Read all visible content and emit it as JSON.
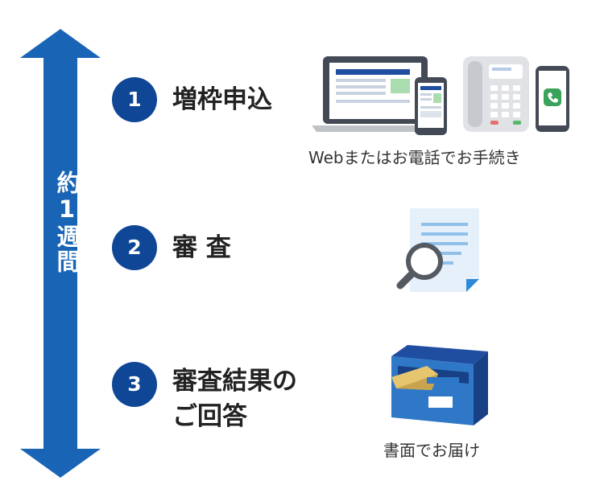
{
  "timeline": {
    "period_label": "約1週間",
    "arrow_color": "#1a64b6"
  },
  "steps": [
    {
      "number": "1",
      "label": "増枠申込",
      "caption": "Webまたはお電話でお手続き",
      "icon": "devices-icon"
    },
    {
      "number": "2",
      "label": "審 査",
      "caption": "",
      "icon": "document-search-icon"
    },
    {
      "number": "3",
      "label_lines": [
        "審査結果の",
        "ご回答"
      ],
      "caption": "書面でお届け",
      "icon": "mailbox-icon"
    }
  ],
  "colors": {
    "step_circle": "#0f4696",
    "text": "#222222"
  }
}
